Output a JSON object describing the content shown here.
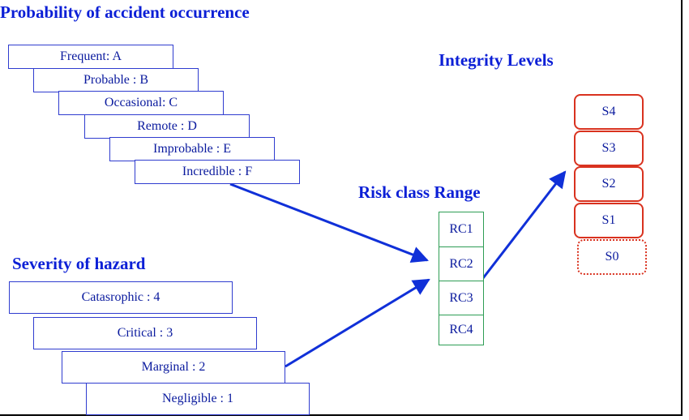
{
  "headings": {
    "probability": "Probability of accident occurrence",
    "severity": "Severity of hazard",
    "risk_class": "Risk class Range",
    "integrity": "Integrity Levels"
  },
  "probability_levels": [
    "Frequent: A",
    "Probable : B",
    "Occasional: C",
    "Remote : D",
    "Improbable : E",
    "Incredible : F"
  ],
  "severity_levels": [
    "Catasrophic : 4",
    "Critical : 3",
    "Marginal : 2",
    "Negligible : 1"
  ],
  "risk_classes": [
    "RC1",
    "RC2",
    "RC3",
    "RC4"
  ],
  "integrity_levels": [
    "S4",
    "S3",
    "S2",
    "S1",
    "S0"
  ],
  "colors": {
    "heading": "#0b1fd6",
    "box_border": "#2f3ccf",
    "risk_border": "#2e9d55",
    "integrity_border": "#d9321f",
    "arrow": "#1030d8"
  }
}
